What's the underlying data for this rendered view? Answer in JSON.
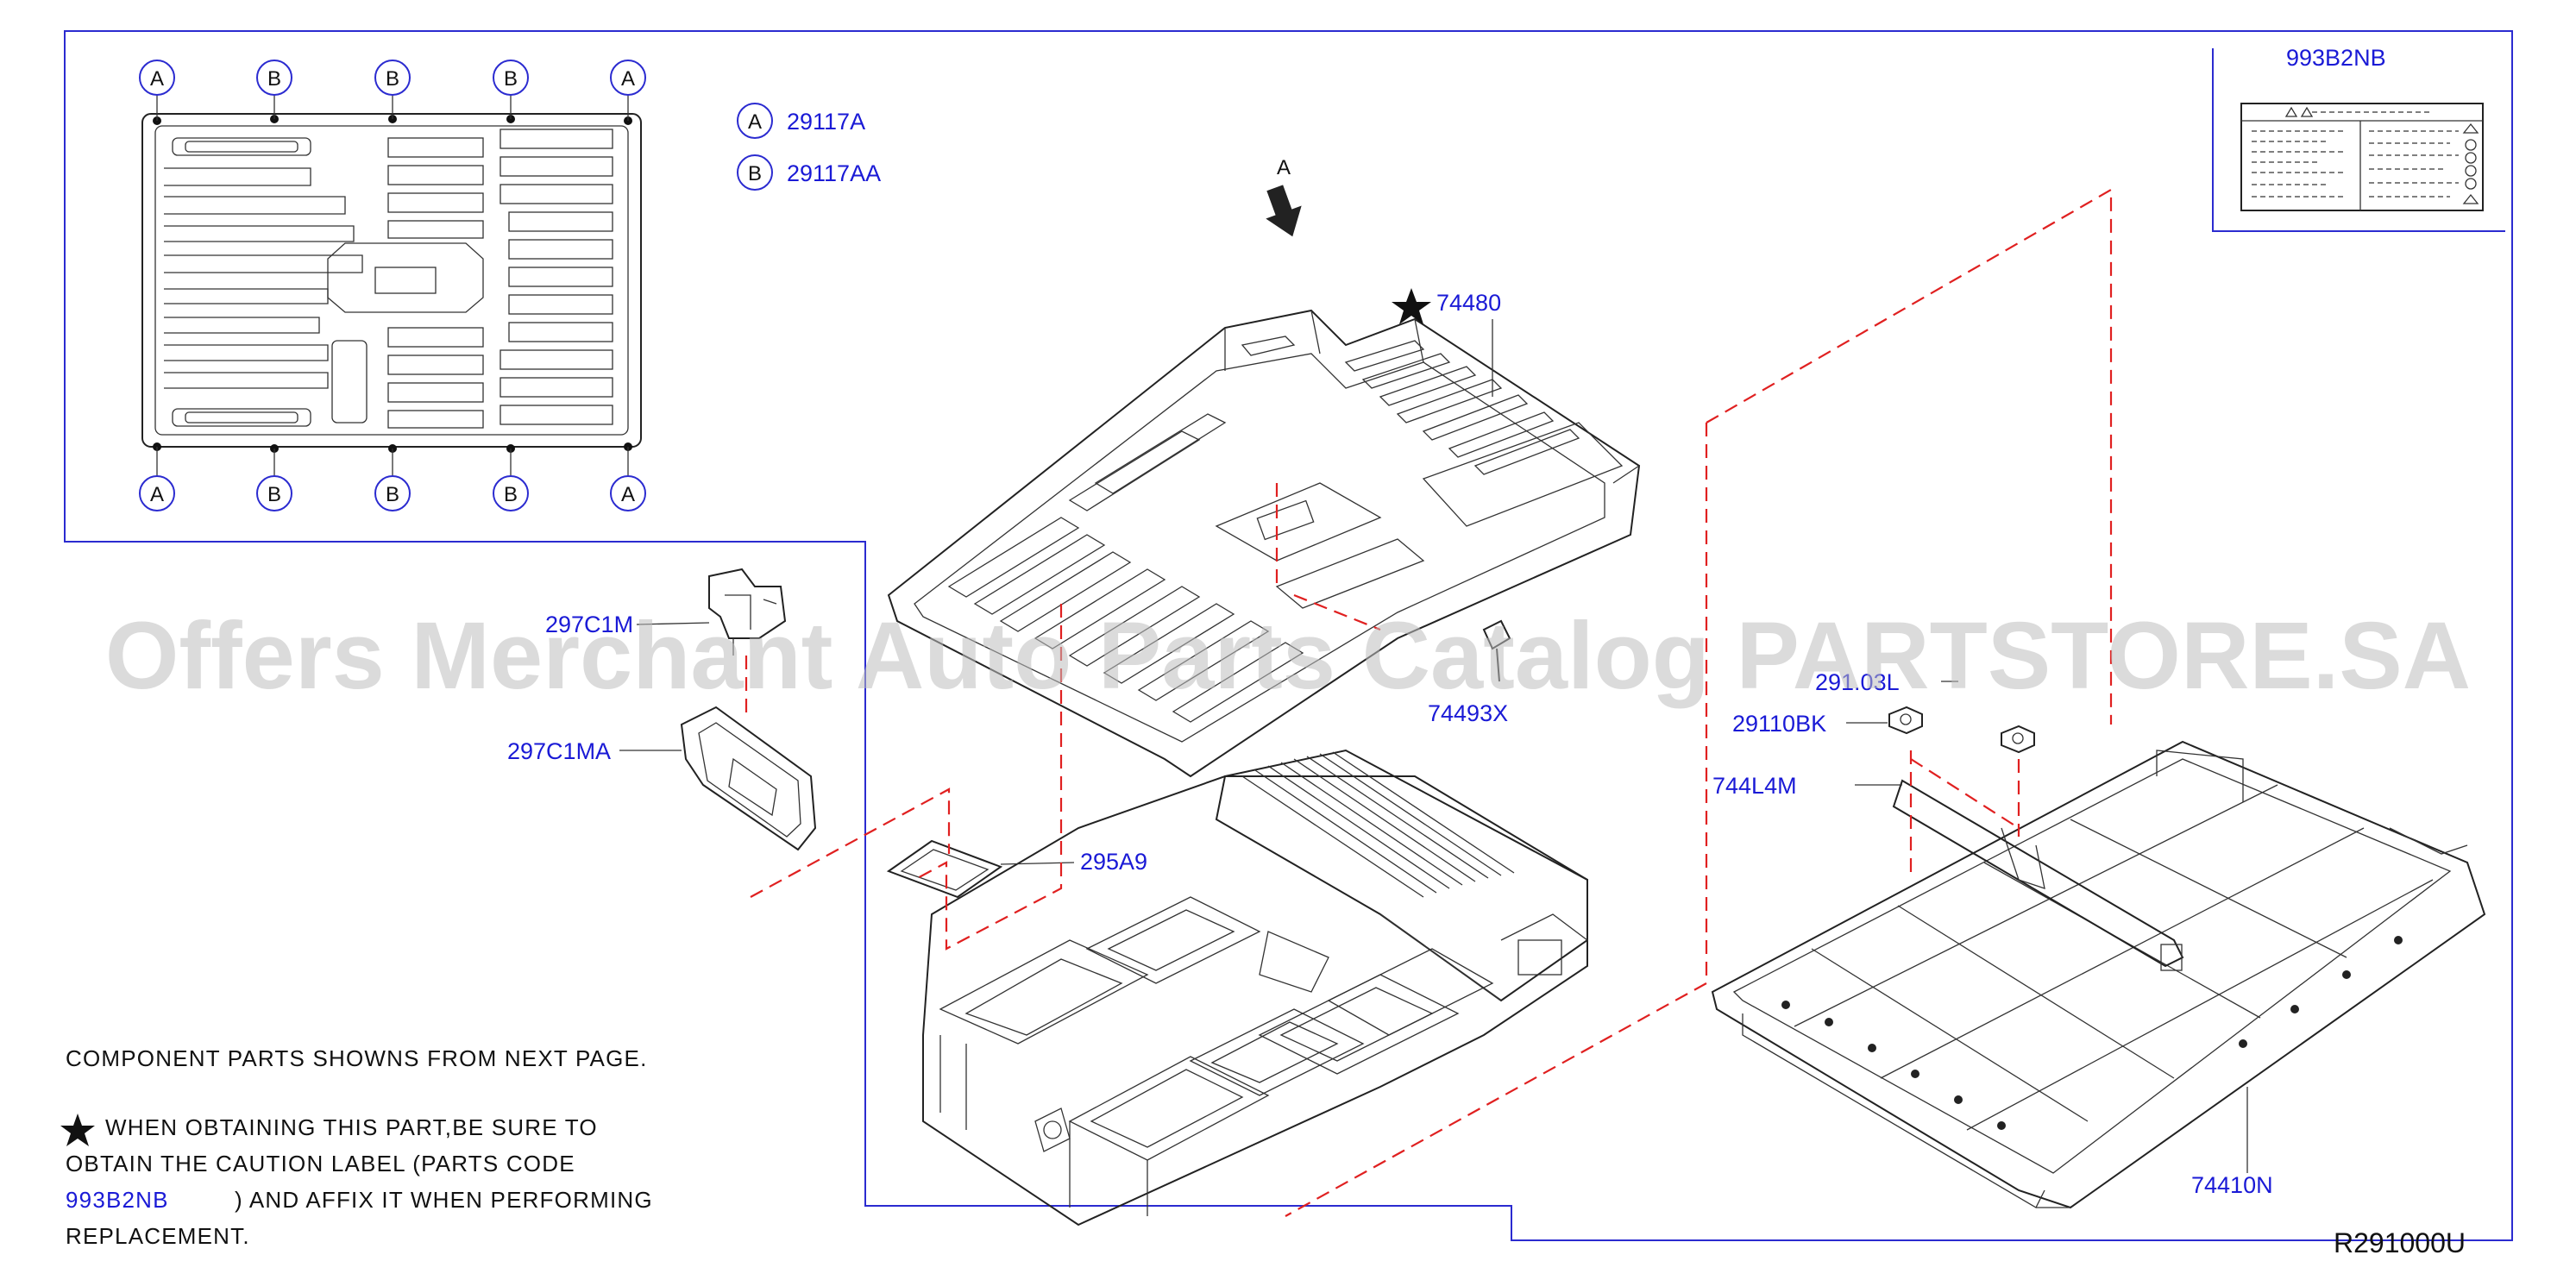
{
  "callouts": {
    "ref_a": "A",
    "ref_b": "B",
    "legend_a_code": "29117A",
    "legend_b_code": "29117AA",
    "view_arrow": "A"
  },
  "parts": {
    "p_74480": "74480",
    "p_74493x": "74493X",
    "p_297c1m": "297C1M",
    "p_297c1ma": "297C1MA",
    "p_295a9": "295A9",
    "p_29110bl": "291.03L",
    "p_29110bk": "29110BK",
    "p_744l4m": "744L4M",
    "p_74410n": "74410N"
  },
  "caution_label": {
    "code": "993B2NB"
  },
  "notes": {
    "line1": "COMPONENT PARTS SHOWNS FROM NEXT PAGE.",
    "line2": "WHEN OBTAINING THIS PART,BE SURE TO",
    "line3": "OBTAIN THE CAUTION LABEL (PARTS CODE",
    "line4_code": "993B2NB",
    "line4_rest": ") AND AFFIX IT WHEN PERFORMING",
    "line5": "REPLACEMENT."
  },
  "diagram_id": "R291000U",
  "watermark": "Offers Merchant Auto Parts Catalog PARTSTORE.SA",
  "colors": {
    "callout_text": "#1a1ad6",
    "frame": "#2b2bd0",
    "phantom_line": "#e02020",
    "linework": "#222222"
  }
}
